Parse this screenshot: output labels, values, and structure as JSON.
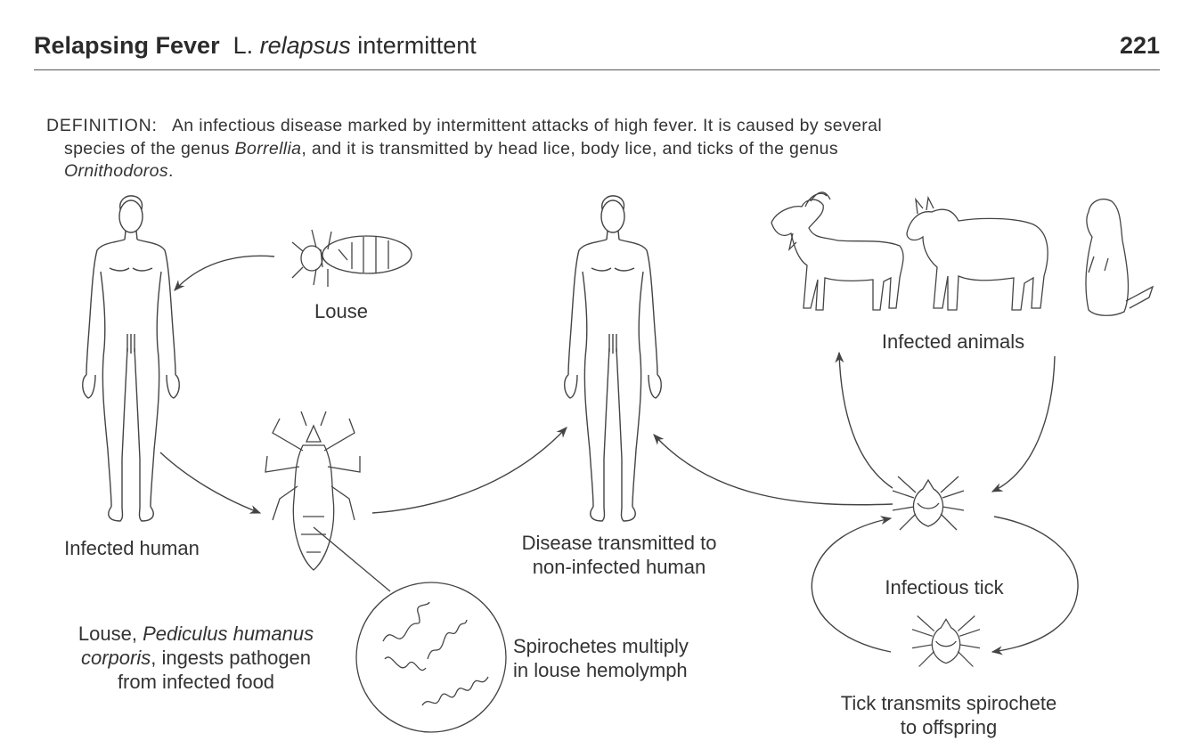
{
  "header": {
    "title_bold": "Relapsing Fever",
    "title_latin_prefix": "L.",
    "title_latin_italic": "relapsus",
    "title_latin_suffix": "intermittent",
    "page_number": "221"
  },
  "definition": {
    "label": "DEFINITION:",
    "line1": "An infectious disease marked by intermittent attacks of high fever. It is caused by several",
    "line2_pre": "species of the genus",
    "line2_genus": "Borrellia",
    "line2_post": ", and it is transmitted by head lice, body lice, and ticks of the genus",
    "line3_genus": "Ornithodoros",
    "line3_post": "."
  },
  "diagram": {
    "labels": {
      "louse": "Louse",
      "infected_human": "Infected human",
      "disease_transmitted_line1": "Disease transmitted to",
      "disease_transmitted_line2": "non-infected human",
      "infected_animals": "Infected animals",
      "infectious_tick": "Infectious tick",
      "louse_ingests_pre": "Louse,",
      "louse_species": "Pediculus humanus",
      "louse_species2": "corporis",
      "louse_ingests_post": ", ingests pathogen",
      "louse_ingests_line3": "from infected food",
      "spirochetes_line1": "Spirochetes multiply",
      "spirochetes_line2": "in louse hemolymph",
      "tick_transmits_line1": "Tick transmits spirochete",
      "tick_transmits_line2": "to offspring"
    },
    "figures": [
      "infected-human",
      "louse",
      "body-louse",
      "non-infected-human",
      "goat",
      "sheep",
      "rodent",
      "infectious-tick",
      "offspring-tick",
      "spirochete-magnification"
    ]
  }
}
